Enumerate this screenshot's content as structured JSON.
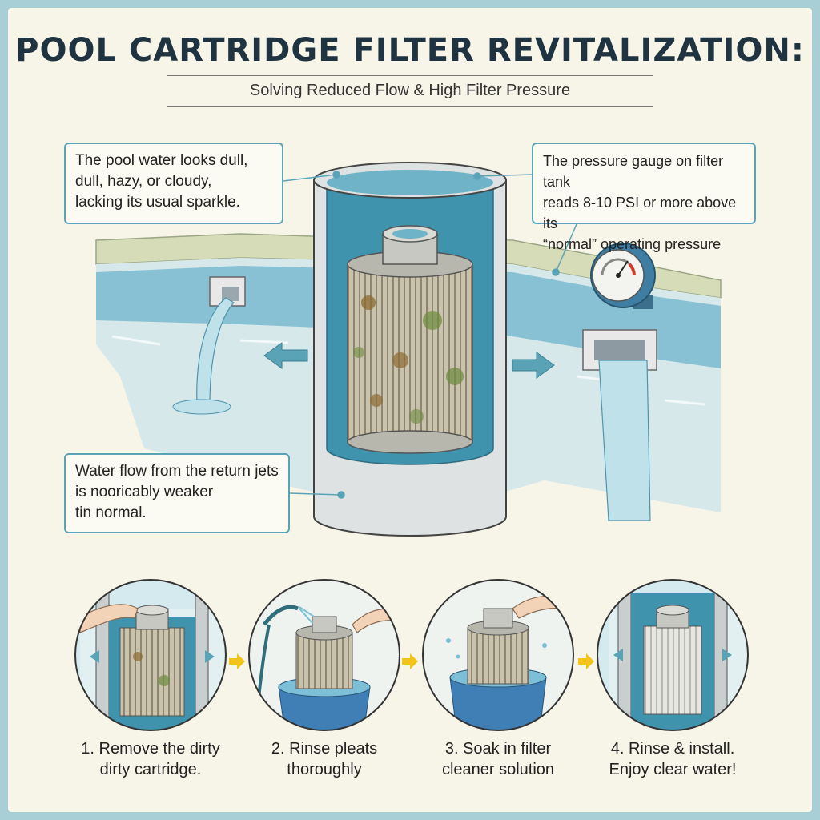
{
  "header": {
    "title": "POOL CARTRIDGE FILTER REVITALIZATION:",
    "subtitle": "Solving Reduced Flow & High Filter Pressure"
  },
  "callouts": {
    "water_dull": [
      "The pool water looks dull,",
      "dull, hazy, or cloudy,",
      "lacking its usual sparkle."
    ],
    "pressure": [
      "The pressure gauge on filter tank",
      "reads 8-10 PSI or more above its",
      "“normal” operating pressure"
    ],
    "flow": [
      "Water flow from the return jets",
      "is nooricably weaker",
      "tin normal."
    ]
  },
  "steps": [
    {
      "line1": "1. Remove the dirty",
      "line2": "dirty cartridge."
    },
    {
      "line1": "2. Rinse pleats",
      "line2": "thoroughly"
    },
    {
      "line1": "3. Soak in filter",
      "line2": "cleaner solution"
    },
    {
      "line1": "4. Rinse & install.",
      "line2": "Enjoy clear water!"
    }
  ],
  "colors": {
    "accent": "#5aa3b6",
    "water": "#3f93ad",
    "step_arrow": "#f2c318",
    "title": "#1f3340"
  }
}
